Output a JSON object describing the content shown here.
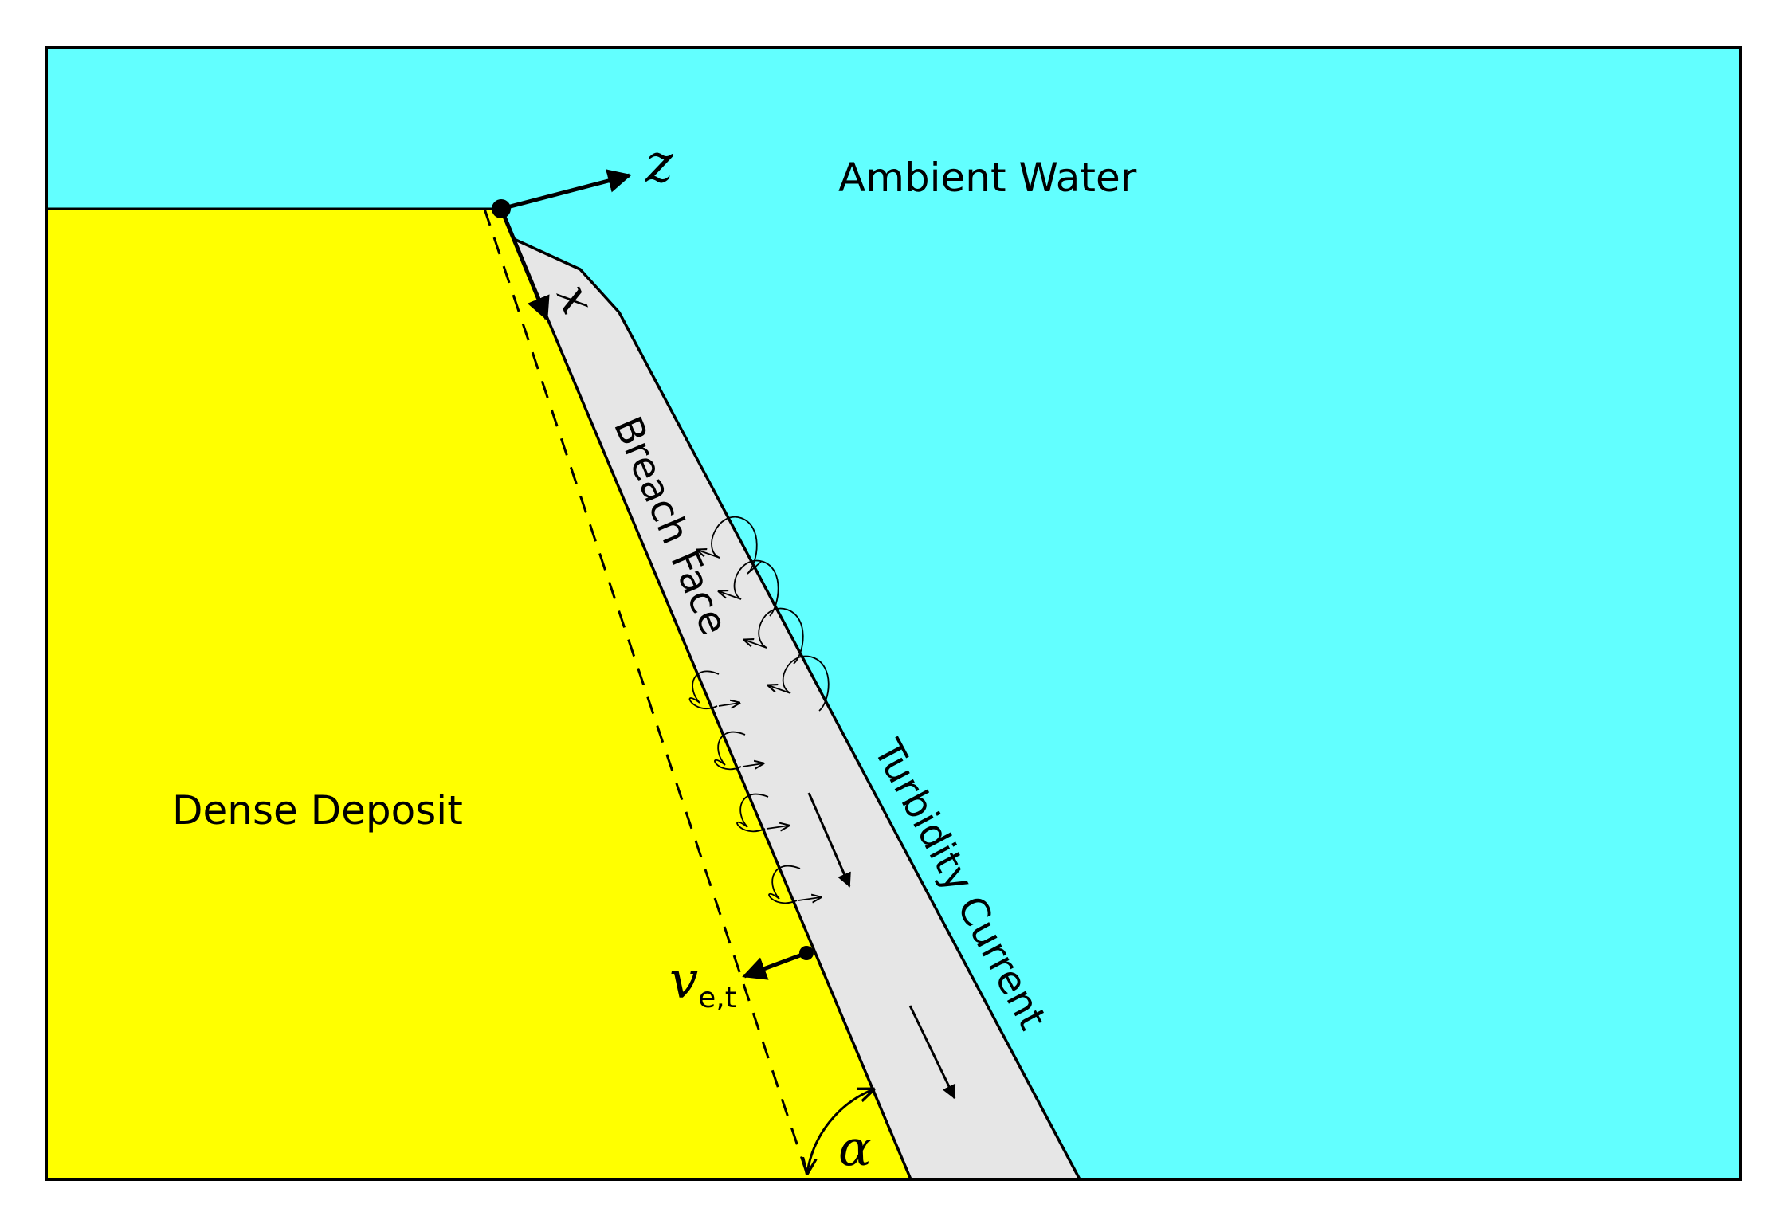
{
  "labels": {
    "ambient": "Ambient Water",
    "deposit": "Dense Deposit",
    "breach": "Breach Face",
    "turbidity": "Turbidity Current",
    "z_axis": "z",
    "x_axis": "x",
    "velocity_symbol": "v",
    "velocity_subscript": "e,t",
    "angle": "α"
  },
  "colors": {
    "water": "#62ffff",
    "deposit": "#ffff00",
    "current": "#e6e6e6",
    "line": "#000000"
  }
}
